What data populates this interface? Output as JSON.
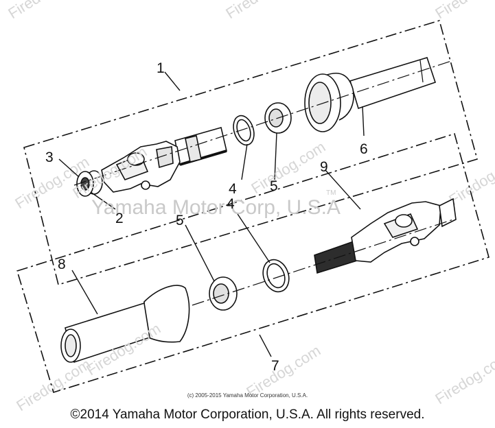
{
  "watermark": {
    "brand": "Firedog.com",
    "center_text": "Yamaha Motor Corp, U.S.A",
    "trademark": "TM"
  },
  "callouts": [
    {
      "id": "1",
      "label": "1"
    },
    {
      "id": "2",
      "label": "2"
    },
    {
      "id": "3",
      "label": "3"
    },
    {
      "id": "4a",
      "label": "4"
    },
    {
      "id": "4b",
      "label": "4"
    },
    {
      "id": "5a",
      "label": "5"
    },
    {
      "id": "5b",
      "label": "5"
    },
    {
      "id": "6",
      "label": "6"
    },
    {
      "id": "7",
      "label": "7"
    },
    {
      "id": "8",
      "label": "8"
    },
    {
      "id": "9",
      "label": "9"
    }
  ],
  "footer": {
    "small_copyright": "(c) 2005-2015 Yamaha Motor Corporation, U.S.A.",
    "copyright": "©2014 Yamaha Motor Corporation, U.S.A. All rights reserved."
  },
  "colors": {
    "line": "#111111",
    "watermark": "#d6d6d6",
    "background": "#ffffff"
  }
}
